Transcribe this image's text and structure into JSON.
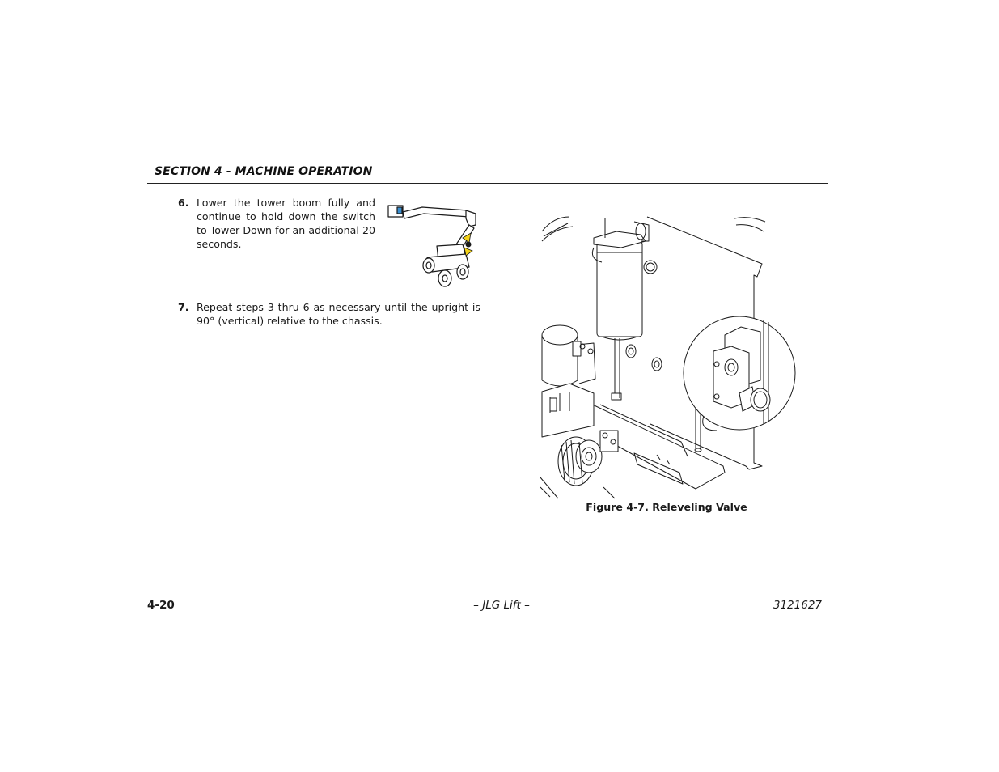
{
  "header": {
    "section_title": "SECTION 4 - MACHINE OPERATION"
  },
  "steps": [
    {
      "number": "6.",
      "text": "Lower the tower boom fully and continue to hold down the switch to Tower Down for an additional 20 seconds."
    },
    {
      "number": "7.",
      "text": "Repeat steps 3 thru 6 as necessary until the upright is 90° (vertical) relative to the chassis."
    }
  ],
  "figure": {
    "caption": "Figure 4-7. Releveling Valve"
  },
  "footer": {
    "page_number": "4-20",
    "center": "– JLG Lift –",
    "doc_number": "3121627"
  },
  "colors": {
    "arrow_yellow": "#f2d21a",
    "platform_blue": "#3a8fd0",
    "line": "#1a1a1a"
  }
}
